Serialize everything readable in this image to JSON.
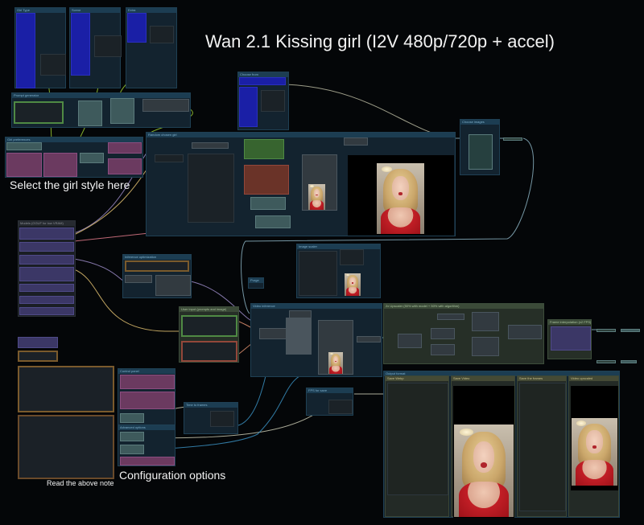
{
  "canvas": {
    "title": "Wan 2.1 Kissing girl (I2V 480p/720p + accel)",
    "notes": {
      "girl_style": "Select the girl style here",
      "config": "Configuration options",
      "read_note": "Read the above note"
    }
  },
  "groups": {
    "girl_type": "Girl Type",
    "scene": "Scene",
    "extra": "Extra",
    "prompt_generator": "Prompt generator",
    "girl_preferences": "Girl preferences",
    "random_chosen_girl": "Random chosen girl",
    "choose_from": "Choose from",
    "choose_images": "Choose images",
    "models": "Models (GGUF for low VRAM)",
    "inference_optimization": "Inference optimization",
    "user_input": "User input (prompts and image)",
    "image_scaler": "Image scaler",
    "purge": "Purge",
    "video_inference": "Video inference",
    "upscaler": "2x Upscaler (50% with model + 50% with algorithm)",
    "frame_interpolation": "Frame interpolation (x2 FPS)",
    "output_format": "Output format",
    "save_webp": "Save Webp",
    "save_video": "Save Video",
    "save_frames": "Save the frames",
    "video_upscaled": "Video upscaled",
    "control_panel": "Control panel",
    "advanced_options": "Advanced options",
    "time_to_frames": "Time to frames",
    "fps_for_save": "FPS for save"
  },
  "colors": {
    "background": "#040608",
    "group_blue": "#13232f",
    "group_green": "#262f27",
    "wire_yellow": "#e0c070",
    "wire_green": "#9acd32",
    "wire_blue": "#3a8fc0",
    "wire_pink": "#e07a8a"
  }
}
